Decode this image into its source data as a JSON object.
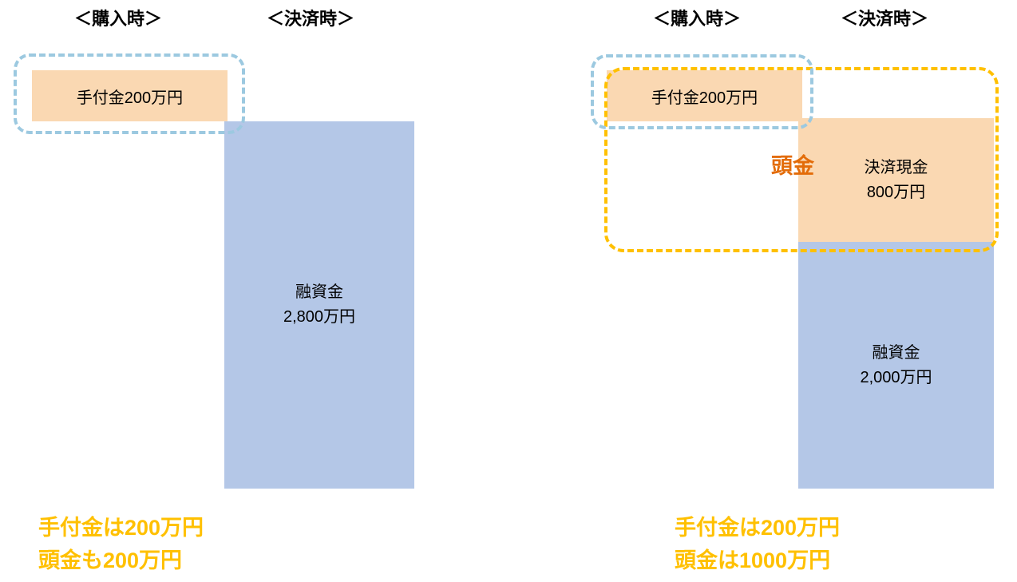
{
  "left": {
    "purchase_header": "＜購入時＞",
    "settlement_header": "＜決済時＞",
    "deposit_label": "手付金200万円",
    "loan_name": "融資金",
    "loan_amount": "2,800万円",
    "note_line1": "手付金は200万円",
    "note_line2": "頭金も200万円"
  },
  "right": {
    "purchase_header": "＜購入時＞",
    "settlement_header": "＜決済時＞",
    "deposit_label": "手付金200万円",
    "down_payment_label": "頭金",
    "settlement_cash_name": "決済現金",
    "settlement_cash_amount": "800万円",
    "loan_name": "融資金",
    "loan_amount": "2,000万円",
    "note_line1": "手付金は200万円",
    "note_line2": "頭金は1000万円"
  },
  "colors": {
    "peach_fill": "#FAD8B2",
    "blue_fill": "#B4C7E7",
    "dashed_blue": "#9CC9E0",
    "dashed_gold": "#FFC000",
    "note_text": "#FFC000",
    "down_payment_text": "#E36C09"
  }
}
